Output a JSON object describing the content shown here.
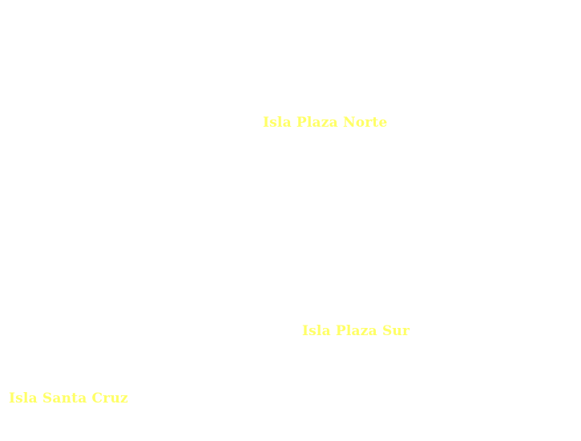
{
  "map": {
    "background_color": "#ffffff",
    "label_color": "#ffff66",
    "labels": {
      "plaza_norte": "Isla Plaza Norte",
      "plaza_sur": "Isla Plaza Sur",
      "santa_cruz": "Isla Santa Cruz"
    }
  }
}
